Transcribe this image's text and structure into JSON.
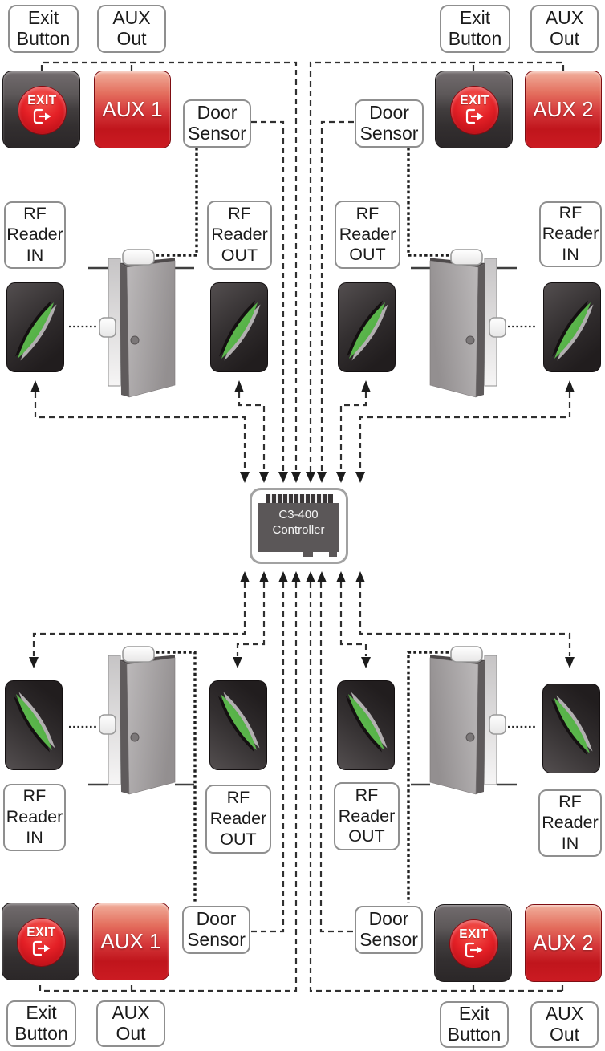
{
  "controller": {
    "model": "C3-400",
    "name": "Controller"
  },
  "labels": {
    "exit_button": [
      "Exit",
      "Button"
    ],
    "aux_out": [
      "AUX",
      "Out"
    ],
    "door_sensor": [
      "Door",
      "Sensor"
    ],
    "rf_reader_in": [
      "RF",
      "Reader",
      "IN"
    ],
    "rf_reader_out": [
      "RF",
      "Reader",
      "OUT"
    ]
  },
  "buttons": {
    "exit": "EXIT",
    "aux1": "AUX 1",
    "aux2": "AUX 2"
  },
  "colors": {
    "aux_button_red": "#c8171e",
    "exit_circle_red": "#d6181e",
    "device_dark": "#3a3536",
    "reader_leaf_green": "#56b14a",
    "wire": "#303030"
  }
}
